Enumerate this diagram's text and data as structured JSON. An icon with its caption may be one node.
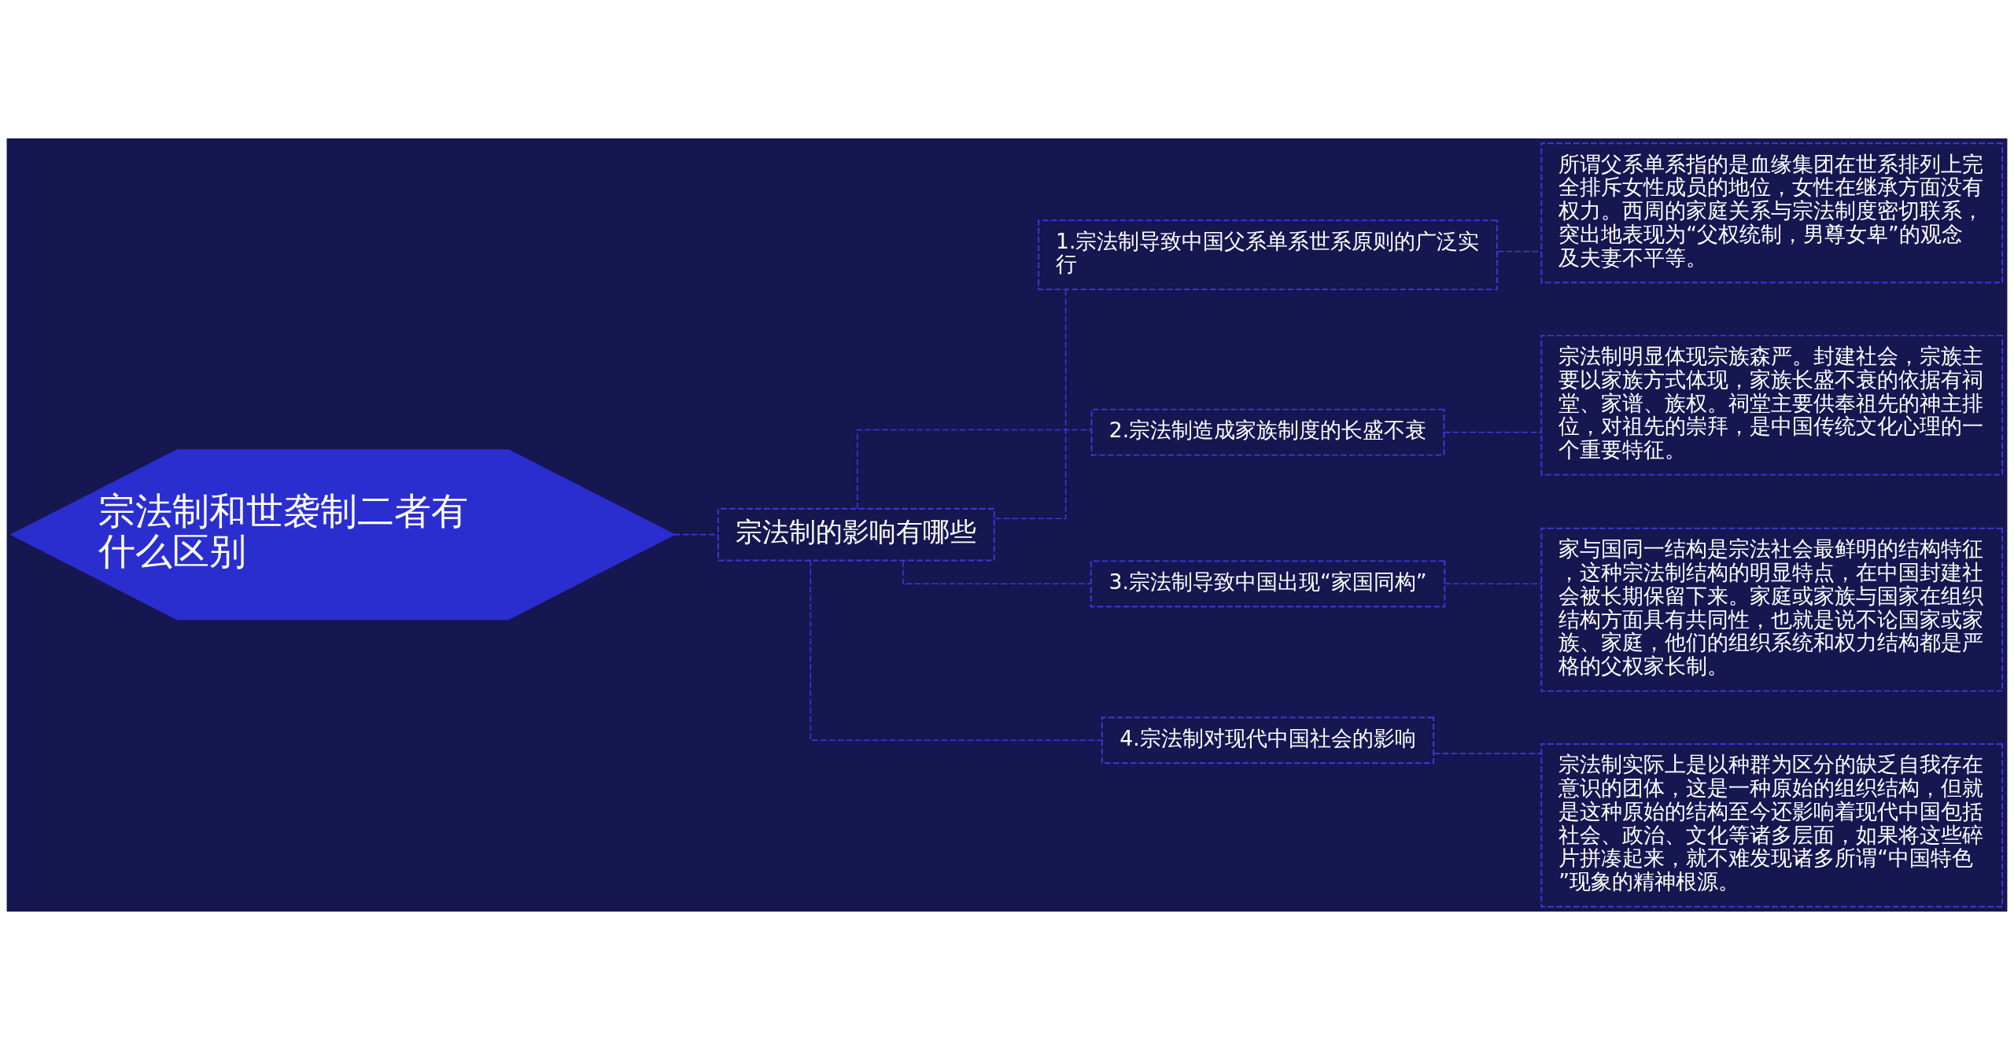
{
  "diagram": {
    "nodes": [
      {
        "text": [
          "宗法制和世袭制二者有什么区别"
        ]
      },
      {
        "text": [
          "宗法制的影响有哪些"
        ]
      },
      {
        "text": [
          "1.宗法制导致中国父系单系世系原则的广泛实行"
        ]
      },
      {
        "text": [
          "所谓父系单系指的是血缘集团在世系排列上完全排斥女性成员的地位，女性在继承方面没有权力。西周的家庭关系与宗法制度密切联系，突出地表现为“父权统制，男尊女卑”的观念及夫妻不平等。"
        ]
      },
      {
        "text": [
          "2.宗法制造成家族制度的长盛不衰"
        ]
      },
      {
        "text": [
          "宗法制明显体现宗族森严。封建社会，宗族主要以家族方式体现，家族长盛不衰的依据有祠堂、家谱、族权。祠堂主要供奉祖先的神主排位，对祖先的崇拜，是中国传统文化心理的一个重要特征。"
        ]
      },
      {
        "text": [
          "3.宗法制导致中国出现“家国同构”"
        ]
      },
      {
        "text": [
          "家与国同一结构是宗法社会最鲜明的结构特征，这种宗法制结构的明显特点，在中国封建社会被长期保留下来。家庭或家族与国家在组织结构方面具有共同性，也就是说不论国家或家族、家庭，他们的组织系统和权力结构都是严格的父权家长制。"
        ]
      },
      {
        "text": [
          "4.宗法制对现代中国社会的影响"
        ]
      },
      {
        "text": [
          "宗法制实际上是以种群为区分的缺乏自我存在意识的团体，这是一种原始的组织结构，但就是这种原始的结构至今还影响着现代中国包括社会、政治、文化等诸多层面，如果将这些碎片拼凑起来，就不难发现诸多所谓“中国特色”现象的精神根源。"
        ]
      }
    ],
    "edges": [
      {
        "from": 0,
        "to": 1,
        "arrow": "none",
        "style": "dashed"
      },
      {
        "from": 1,
        "to": 2,
        "arrow": "none",
        "style": "dashed"
      },
      {
        "from": 2,
        "to": 3,
        "arrow": "none",
        "style": "dashed"
      },
      {
        "from": 1,
        "to": 4,
        "arrow": "none",
        "style": "dashed"
      },
      {
        "from": 4,
        "to": 5,
        "arrow": "none",
        "style": "dashed"
      },
      {
        "from": 1,
        "to": 6,
        "arrow": "none",
        "style": "dashed"
      },
      {
        "from": 6,
        "to": 7,
        "arrow": "none",
        "style": "dashed"
      },
      {
        "from": 1,
        "to": 8,
        "arrow": "none",
        "style": "dashed"
      },
      {
        "from": 8,
        "to": 9,
        "arrow": "none",
        "style": "dashed"
      }
    ]
  }
}
